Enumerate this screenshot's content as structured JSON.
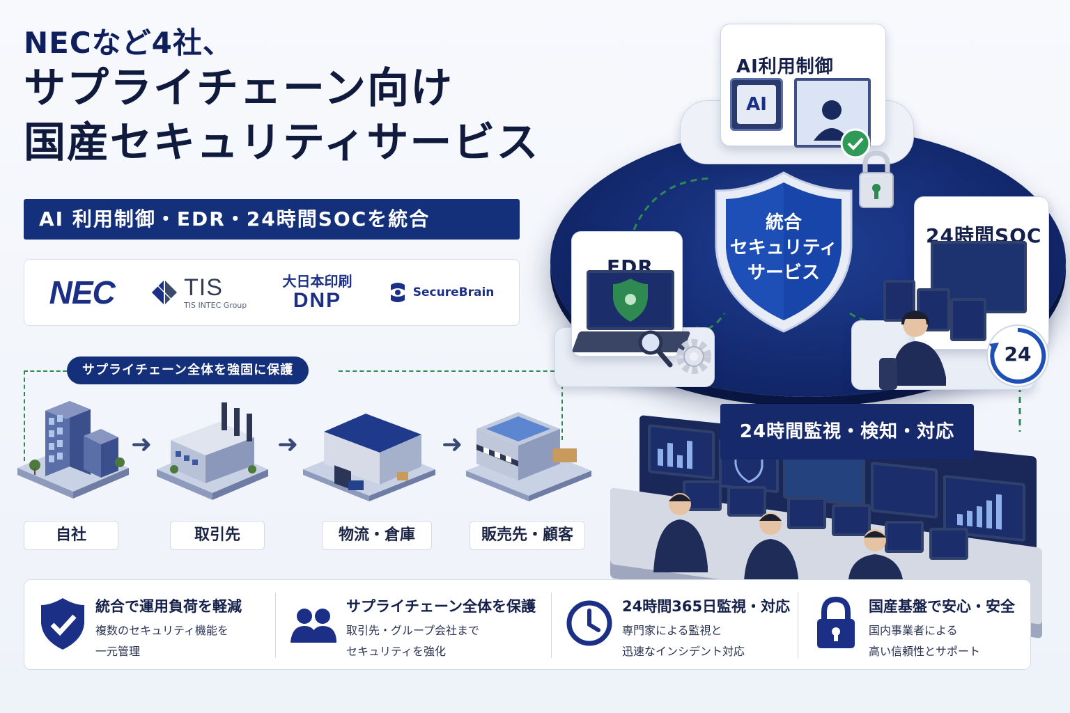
{
  "headline": {
    "line1": "NECなど4社、",
    "line2": "サプライチェーン向け",
    "line3": "国産セキュリティサービス"
  },
  "subbanner": "AI 利用制御・EDR・24時間SOCを統合",
  "logos": {
    "nec": "NEC",
    "tis_main": "TIS",
    "tis_sub": "TIS INTEC Group",
    "dnp_jp": "大日本印刷",
    "dnp_en": "DNP",
    "securebrain": "SecureBrain"
  },
  "supply_chain": {
    "label": "サプライチェーン全体を強固に保護",
    "nodes": [
      "自社",
      "取引先",
      "物流・倉庫",
      "販売先・顧客"
    ]
  },
  "hub": {
    "ai_panel_title": "AI利用制御",
    "ai_chip": "AI",
    "edr_title": "EDR",
    "soc_title": "24時間SOC",
    "soc_badge": "24",
    "center_line1": "統合",
    "center_line2": "セキュリティ",
    "center_line3": "サービス"
  },
  "monitoring_banner": "24時間監視・検知・対応",
  "features": [
    {
      "icon": "shield-check-icon",
      "title": "統合で運用負荷を軽減",
      "desc1": "複数のセキュリティ機能を",
      "desc2": "一元管理"
    },
    {
      "icon": "users-icon",
      "title": "サプライチェーン全体を保護",
      "desc1": "取引先・グループ会社まで",
      "desc2": "セキュリティを強化"
    },
    {
      "icon": "clock-icon",
      "title": "24時間365日監視・対応",
      "desc1": "専門家による監視と",
      "desc2": "迅速なインシデント対応"
    },
    {
      "icon": "lock-icon",
      "title": "国産基盤で安心・安全",
      "desc1": "国内事業者による",
      "desc2": "高い信頼性とサポート"
    }
  ],
  "colors": {
    "navy": "#14307a",
    "dark_navy": "#0f1a3c",
    "accent_green": "#2e8a50"
  }
}
